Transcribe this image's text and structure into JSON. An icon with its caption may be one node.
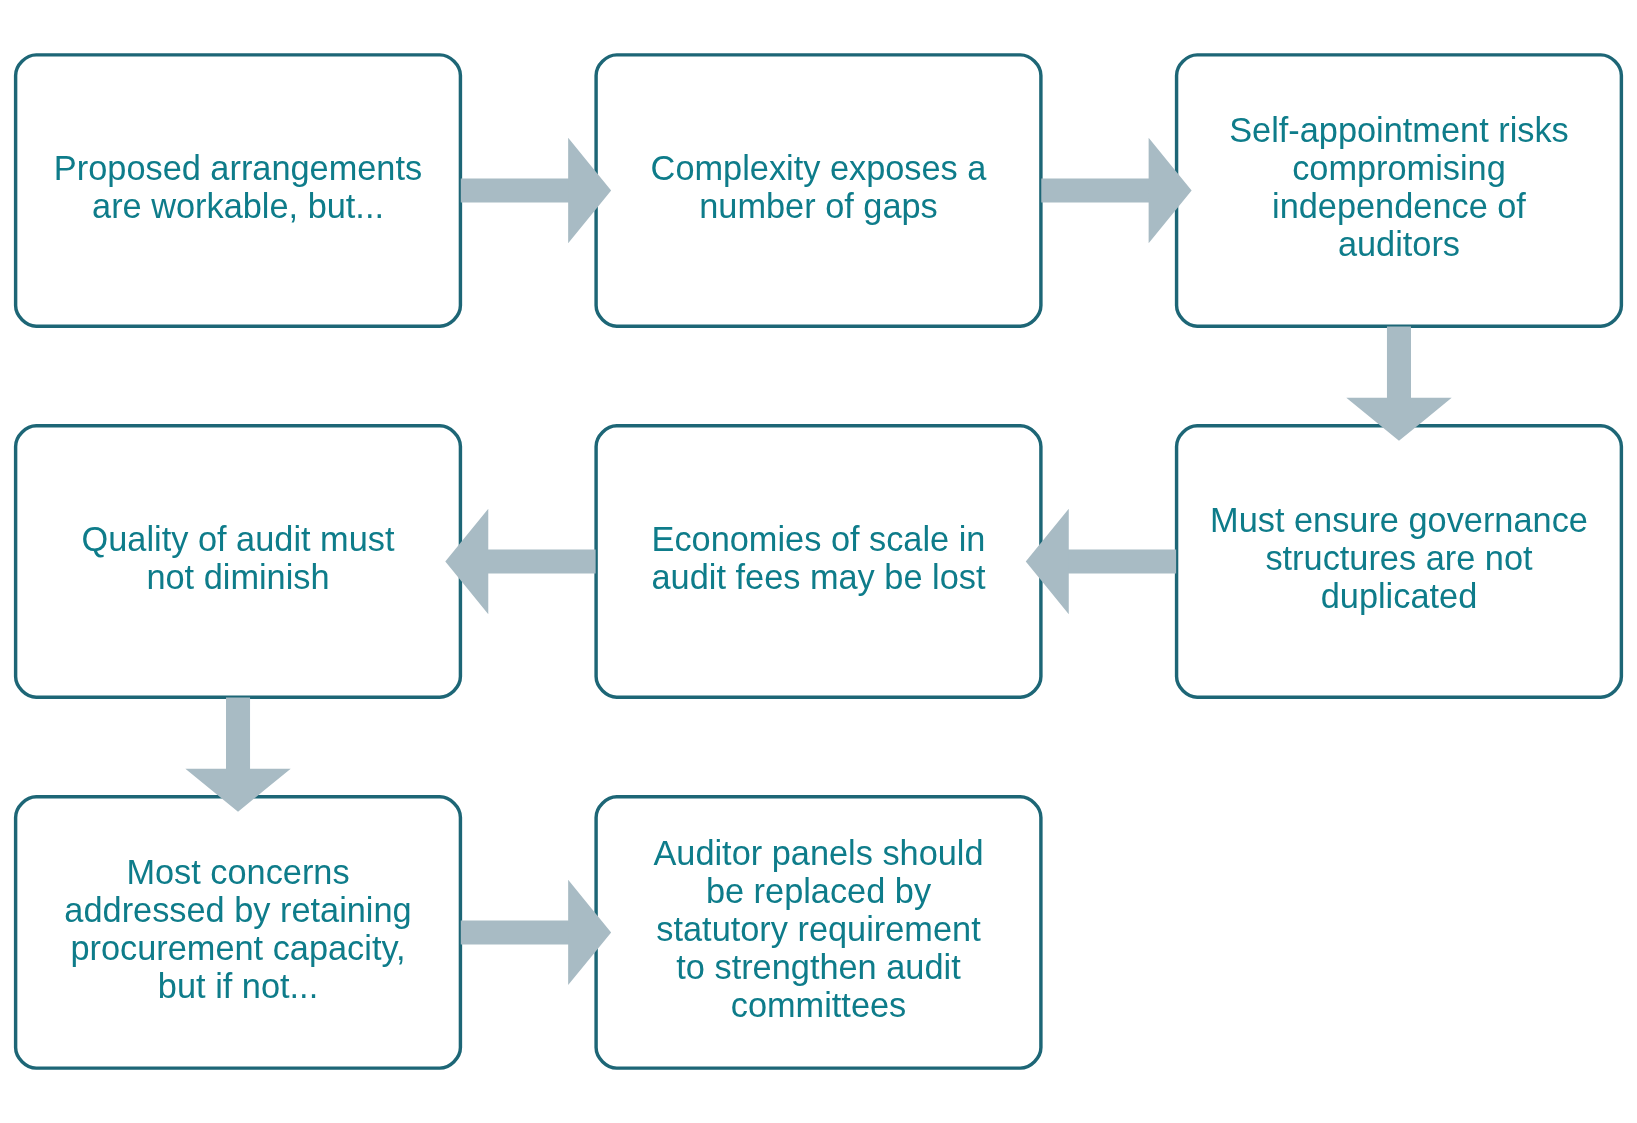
{
  "diagram": {
    "nodes": [
      {
        "text": [
          "Proposed arrangements  are workable, but..."
        ]
      },
      {
        "text": [
          "Complexity exposes a number of gaps"
        ]
      },
      {
        "text": [
          "Self-appointment risks compromising independence of auditors"
        ]
      },
      {
        "text": [
          "Must ensure governance structures are not duplicated"
        ]
      },
      {
        "text": [
          "Economies of scale in audit fees may be lost"
        ]
      },
      {
        "text": [
          "Quality of audit must not diminish"
        ]
      },
      {
        "text": [
          "Most concerns addressed by retaining procurement capacity, but if not..."
        ]
      },
      {
        "text": [
          "Auditor panels should be replaced by statutory requirement to strengthen audit committees"
        ]
      }
    ],
    "edges": [
      {
        "from": 0,
        "to": 1,
        "arrow": "to"
      },
      {
        "from": 1,
        "to": 2,
        "arrow": "to"
      },
      {
        "from": 2,
        "to": 3,
        "arrow": "to"
      },
      {
        "from": 3,
        "to": 4,
        "arrow": "to"
      },
      {
        "from": 4,
        "to": 5,
        "arrow": "to"
      },
      {
        "from": 5,
        "to": 6,
        "arrow": "to"
      },
      {
        "from": 6,
        "to": 7,
        "arrow": "to"
      }
    ]
  }
}
